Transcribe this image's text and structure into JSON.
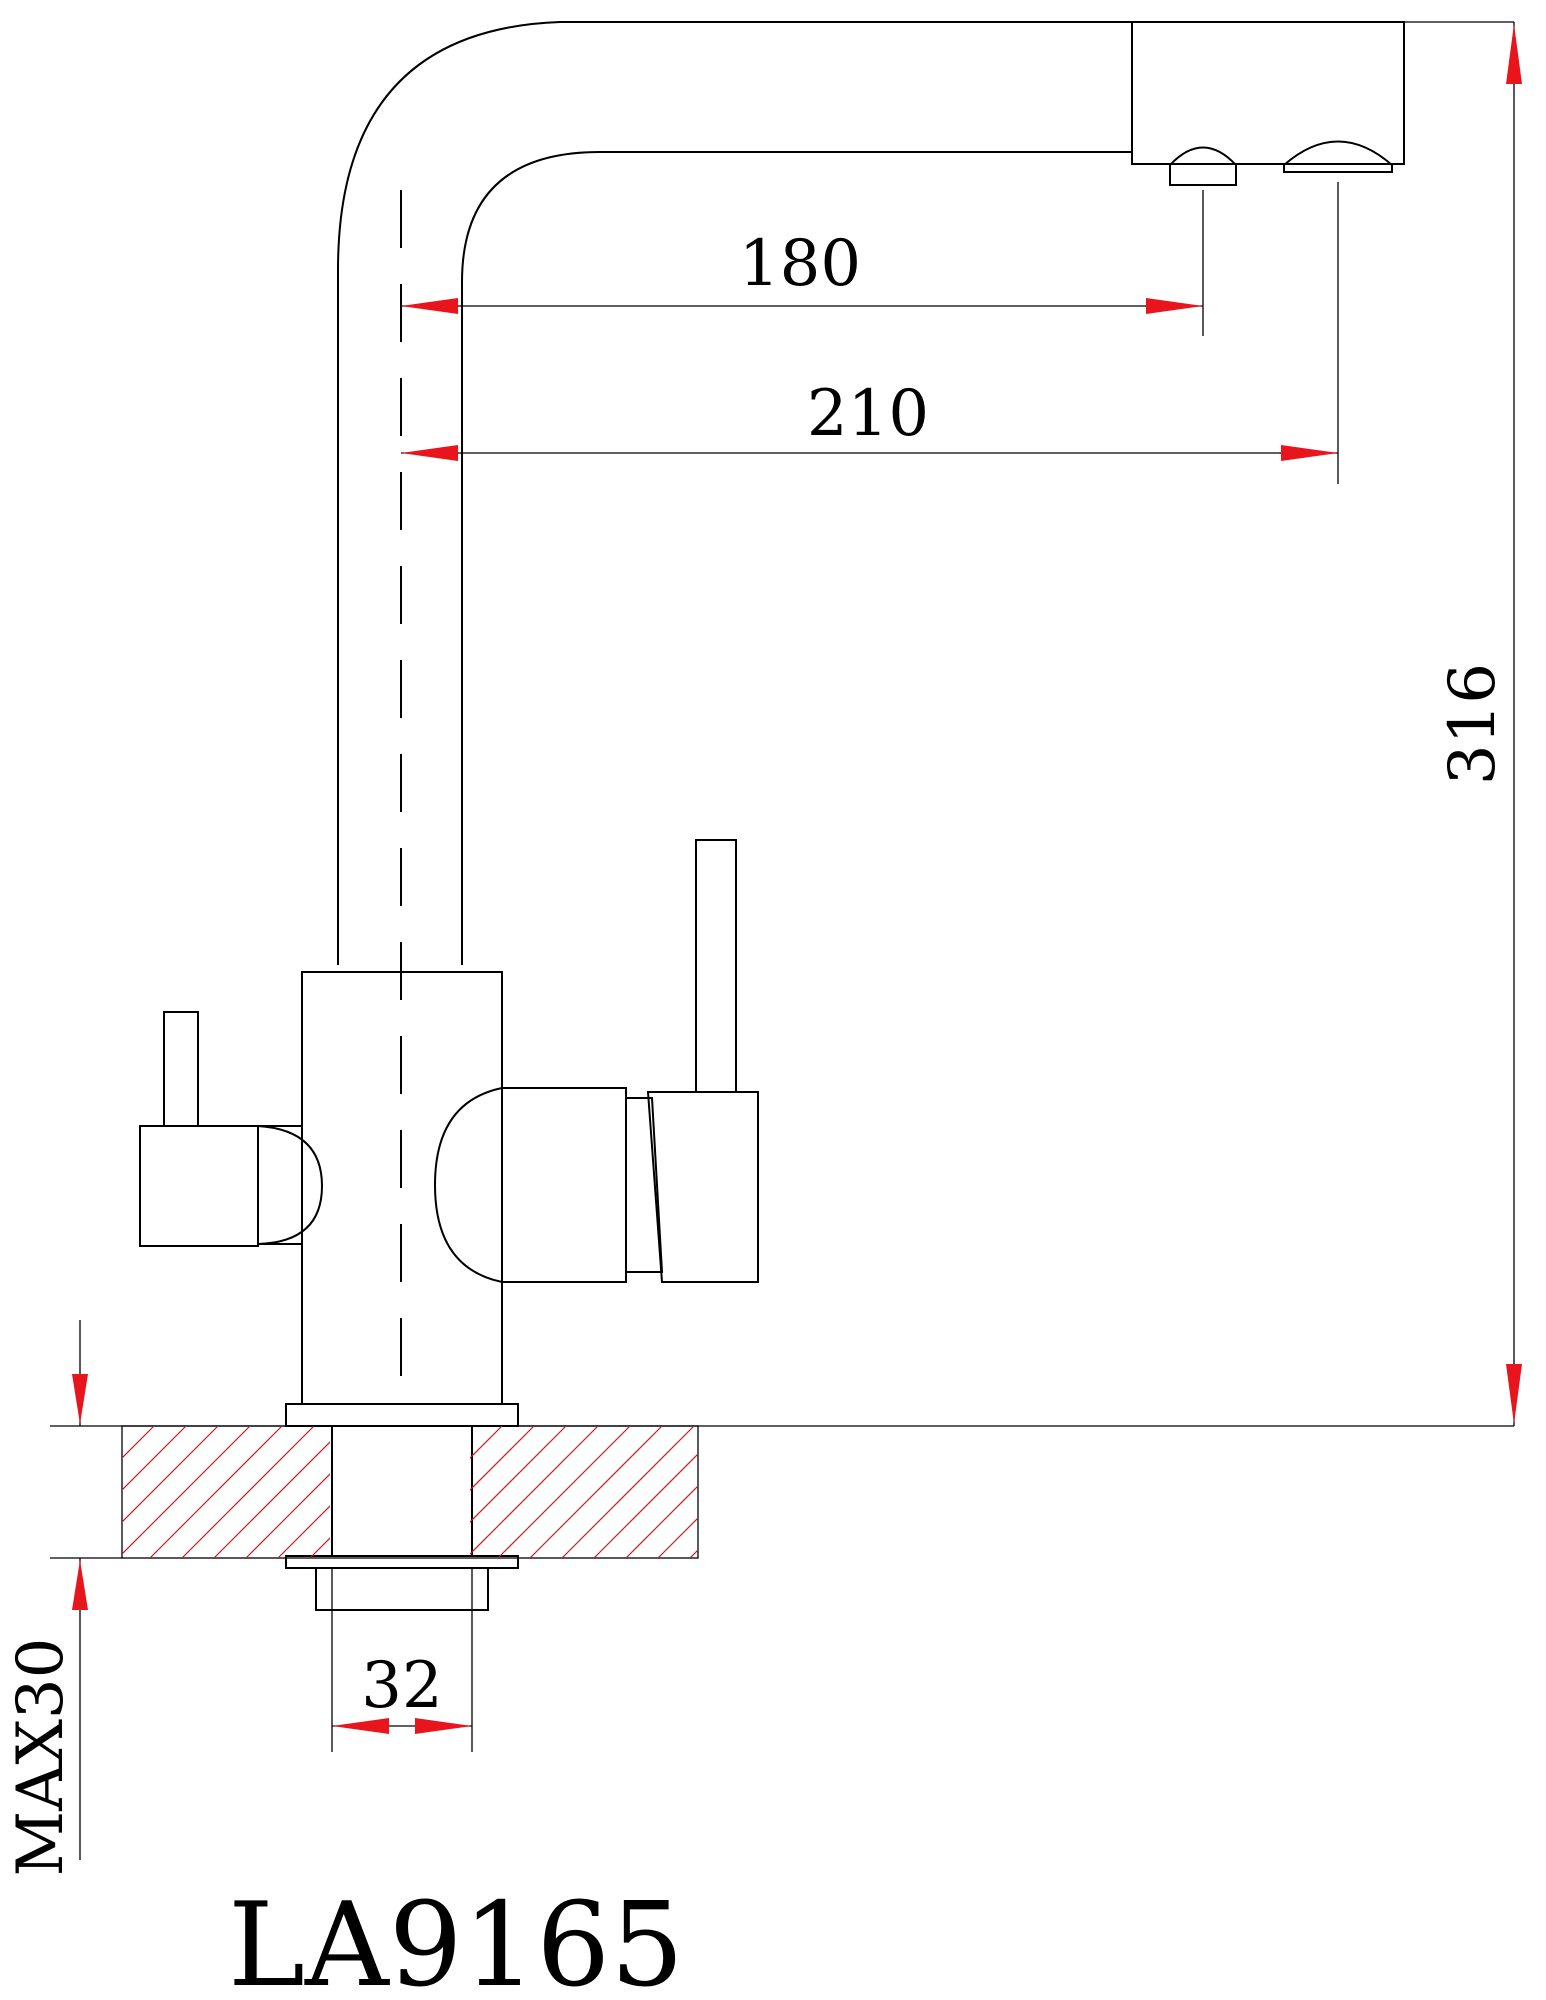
{
  "drawing": {
    "model": "LA9165",
    "dimensions": {
      "spout_reach_inner": "180",
      "spout_reach_outer": "210",
      "height": "316",
      "base_diameter": "32",
      "max_countertop": "MAX30"
    }
  },
  "colors": {
    "line": "#000000",
    "arrow": "#e8161c",
    "hatch": "#b22222",
    "background": "#ffffff"
  }
}
